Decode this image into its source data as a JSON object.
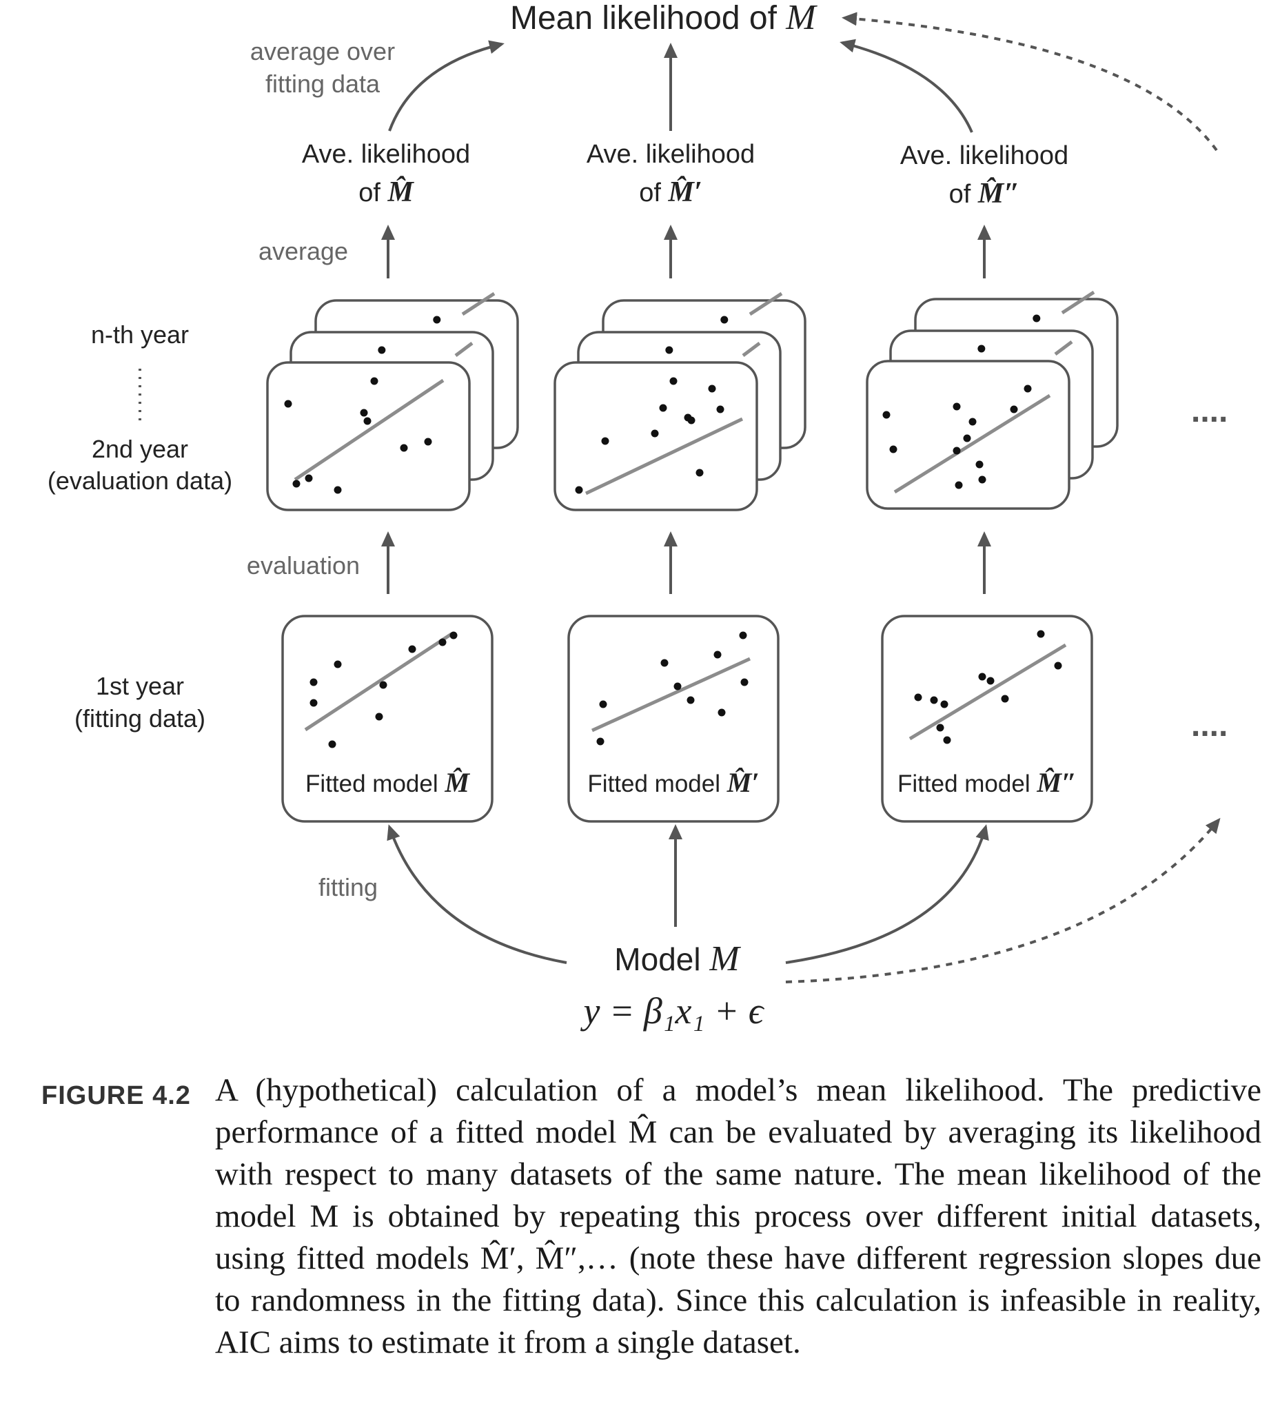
{
  "top": {
    "title_prefix": "Mean likelihood of ",
    "title_symbol": "M"
  },
  "side_labels": {
    "average_over": [
      "average over",
      "fitting data"
    ],
    "average": "average",
    "evaluation": "evaluation",
    "fitting": "fitting",
    "nth_year": "n-th year",
    "second_year": [
      "2nd year",
      "(evaluation data)"
    ],
    "first_year": [
      "1st year",
      "(fitting data)"
    ],
    "vertical_dots": "⋮"
  },
  "columns": [
    {
      "ave_line1": "Ave. likelihood",
      "ave_line2_prefix": "of ",
      "model_symbol": "M̂",
      "fitted_prefix": "Fitted model ",
      "fitted_symbol": "M̂"
    },
    {
      "ave_line1": "Ave. likelihood",
      "ave_line2_prefix": "of ",
      "model_symbol": "M̂′",
      "fitted_prefix": "Fitted model ",
      "fitted_symbol": "M̂′"
    },
    {
      "ave_line1": "Ave. likelihood",
      "ave_line2_prefix": "of ",
      "model_symbol": "M̂″",
      "fitted_prefix": "Fitted model ",
      "fitted_symbol": "M̂″"
    }
  ],
  "ellipsis": "....",
  "bottom": {
    "model_prefix": "Model ",
    "model_symbol": "M",
    "equation": "y = β₁x₁ + ϵ"
  },
  "caption": {
    "label": "FIGURE 4.2",
    "text": "A (hypothetical) calculation of a model’s mean likelihood. The predictive performance of a fitted model M̂ can be evaluated by averaging its likelihood with respect to many datasets of the same nature. The mean likelihood of the model M is obtained by repeating this process over different initial datasets, using fitted models M̂′, M̂″,… (note these have different regression slopes due to randomness in the fitting data). Since this calculation is infeasible in reality, AIC aims to estimate it from a single dataset."
  },
  "colors": {
    "stroke": "#555555",
    "fit_line": "#8c8c8c",
    "text": "#222222",
    "label_gray": "#666666"
  }
}
